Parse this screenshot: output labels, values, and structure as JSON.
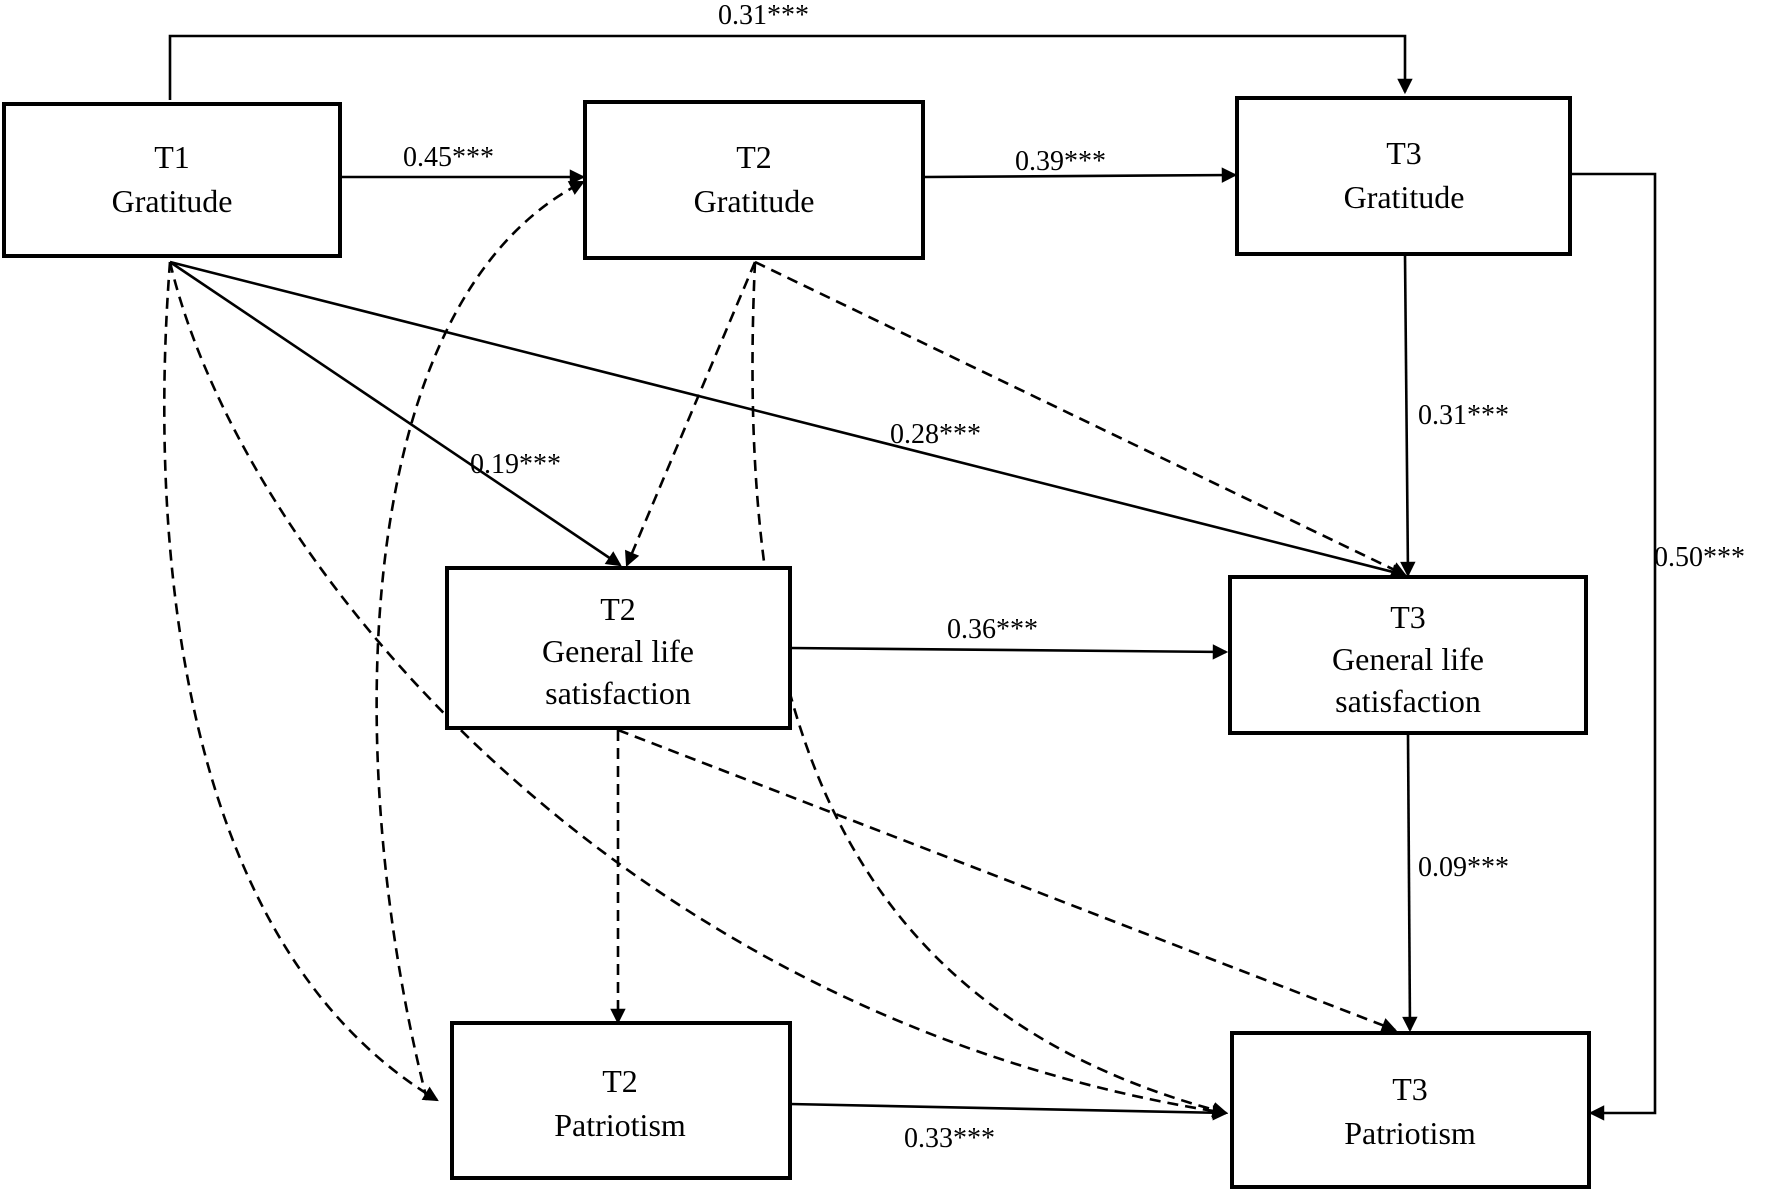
{
  "colors": {
    "line": "#000000",
    "background": "#ffffff"
  },
  "nodes": {
    "t1_gratitude": {
      "line1": "T1",
      "line2": "Gratitude"
    },
    "t2_gratitude": {
      "line1": "T2",
      "line2": "Gratitude"
    },
    "t3_gratitude": {
      "line1": "T3",
      "line2": "Gratitude"
    },
    "t2_life_satisfaction": {
      "line1": "T2",
      "line2": "General life",
      "line3": "satisfaction"
    },
    "t3_life_satisfaction": {
      "line1": "T3",
      "line2": "General life",
      "line3": "satisfaction"
    },
    "t2_patriotism": {
      "line1": "T2",
      "line2": "Patriotism"
    },
    "t3_patriotism": {
      "line1": "T3",
      "line2": "Patriotism"
    }
  },
  "edges": {
    "t1g_t3g": {
      "label": "0.31***",
      "style": "solid"
    },
    "t1g_t2g": {
      "label": "0.45***",
      "style": "solid"
    },
    "t2g_t3g": {
      "label": "0.39***",
      "style": "solid"
    },
    "t1g_t2ls": {
      "label": "0.19***",
      "style": "solid"
    },
    "t1g_t3ls": {
      "label": "0.28***",
      "style": "solid"
    },
    "t3g_t3ls": {
      "label": "0.31***",
      "style": "solid"
    },
    "t3g_t3p": {
      "label": "0.50***",
      "style": "solid"
    },
    "t2ls_t3ls": {
      "label": "0.36***",
      "style": "solid"
    },
    "t3ls_t3p": {
      "label": "0.09***",
      "style": "solid"
    },
    "t2p_t3p": {
      "label": "0.33***",
      "style": "solid"
    },
    "t1g_t2p": {
      "label": "",
      "style": "dashed"
    },
    "t1g_t3p": {
      "label": "",
      "style": "dashed"
    },
    "t2g_t2ls": {
      "label": "",
      "style": "dashed"
    },
    "t2g_t3ls": {
      "label": "",
      "style": "dashed"
    },
    "t2g_t3p": {
      "label": "",
      "style": "dashed"
    },
    "t2ls_t2p": {
      "label": "",
      "style": "dashed"
    },
    "t2ls_t3p": {
      "label": "",
      "style": "dashed"
    },
    "t2p_t2g": {
      "label": "",
      "style": "dashed"
    }
  }
}
